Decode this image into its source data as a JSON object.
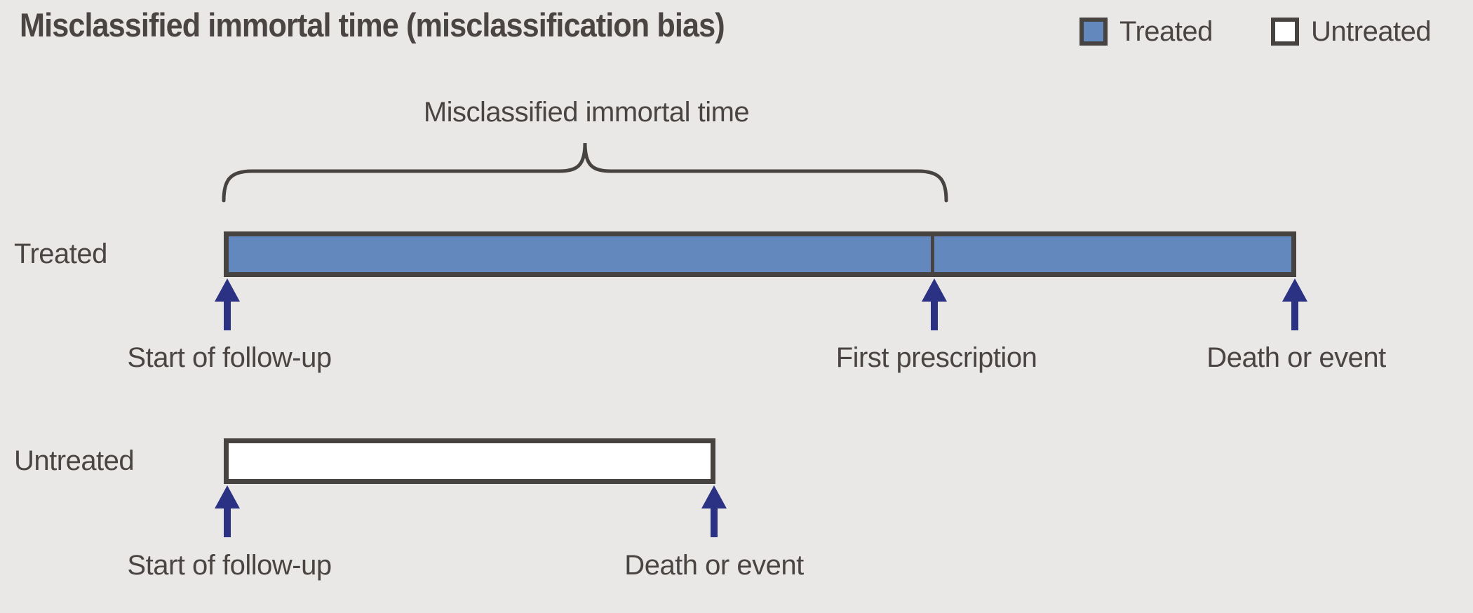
{
  "title": "Misclassified immortal time (misclassification bias)",
  "legend": {
    "items": [
      {
        "label": "Treated",
        "swatch_color": "#6288be"
      },
      {
        "label": "Untreated",
        "swatch_color": "#ffffff"
      }
    ]
  },
  "brace": {
    "label": "Misclassified immortal time"
  },
  "rows": [
    {
      "label": "Treated",
      "bar": "treated",
      "annotations": [
        "Start of follow-up",
        "First prescription",
        "Death or event"
      ]
    },
    {
      "label": "Untreated",
      "bar": "untreated",
      "annotations": [
        "Start of follow-up",
        "Death or event"
      ]
    }
  ],
  "colors": {
    "background": "#e9e8e6",
    "treated_fill": "#6288be",
    "untreated_fill": "#ffffff",
    "outline": "#474341",
    "arrow": "#2b3283",
    "text": "#4a4543"
  }
}
